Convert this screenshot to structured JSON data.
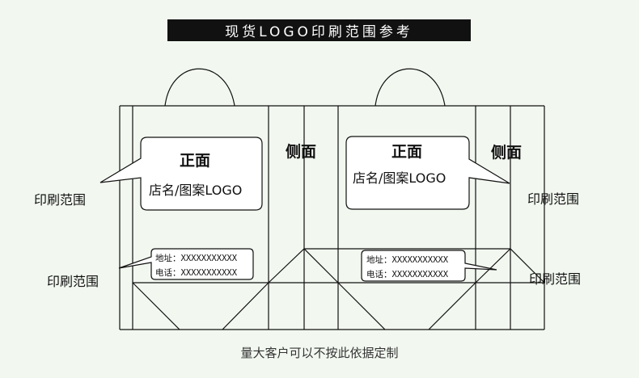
{
  "title": "现货LOGO印刷范围参考",
  "front_panel": {
    "title": "正面",
    "subtitle": "店名/图案LOGO"
  },
  "side_label": "侧面",
  "print_area_label": "印刷范围",
  "contact": {
    "address_line": "地址：XXXXXXXXXXX",
    "phone_line": "电话：XXXXXXXXXXX"
  },
  "footer_note": "量大客户可以不按此依据定制",
  "colors": {
    "background": "#f2f8f0",
    "title_bar": "#111111",
    "line": "#111111"
  }
}
